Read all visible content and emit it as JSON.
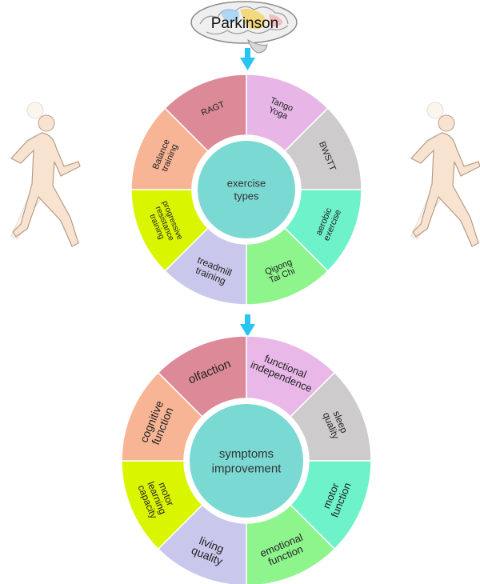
{
  "brain_label": "Parkinson",
  "colors": {
    "arrow": "#29c5f2",
    "runner_skin": "#f7e3cf",
    "runner_edge": "#b79d86",
    "center_fill": "#7ad9d2",
    "ring_gap": "#ffffff"
  },
  "wheels": [
    {
      "center_text": [
        "exercise",
        "types"
      ],
      "segments": [
        {
          "lines": [
            "Tango",
            "Yoga"
          ],
          "color": "#e7b6e6"
        },
        {
          "lines": [
            "BWSTT"
          ],
          "color": "#cdcbcb"
        },
        {
          "lines": [
            "aerobic",
            "exercise"
          ],
          "color": "#6df2c9"
        },
        {
          "lines": [
            "Qigong",
            "Tai Chi"
          ],
          "color": "#8ef58d"
        },
        {
          "lines": [
            "treadmill",
            "training"
          ],
          "color": "#c9c8ec"
        },
        {
          "lines": [
            "progressive",
            "resistance",
            "training"
          ],
          "color": "#d9f500"
        },
        {
          "lines": [
            "Balance",
            "training"
          ],
          "color": "#f7b595"
        },
        {
          "lines": [
            "RAGT"
          ],
          "color": "#dd8a98"
        }
      ]
    },
    {
      "center_text": [
        "symptoms",
        "improvement"
      ],
      "segments": [
        {
          "lines": [
            "functional",
            "independence"
          ],
          "color": "#e9b8e8"
        },
        {
          "lines": [
            "sleep",
            "quality"
          ],
          "color": "#cdcbcb"
        },
        {
          "lines": [
            "motor",
            "function"
          ],
          "color": "#6df2c9"
        },
        {
          "lines": [
            "emotional",
            "function"
          ],
          "color": "#8ef58d"
        },
        {
          "lines": [
            "living",
            "quality"
          ],
          "color": "#c9c8ec"
        },
        {
          "lines": [
            "motor",
            "learning",
            "capacity"
          ],
          "color": "#d9f500"
        },
        {
          "lines": [
            "cognitive",
            "function"
          ],
          "color": "#f7b595"
        },
        {
          "lines": [
            "olfaction"
          ],
          "color": "#dd8a98"
        }
      ]
    }
  ]
}
